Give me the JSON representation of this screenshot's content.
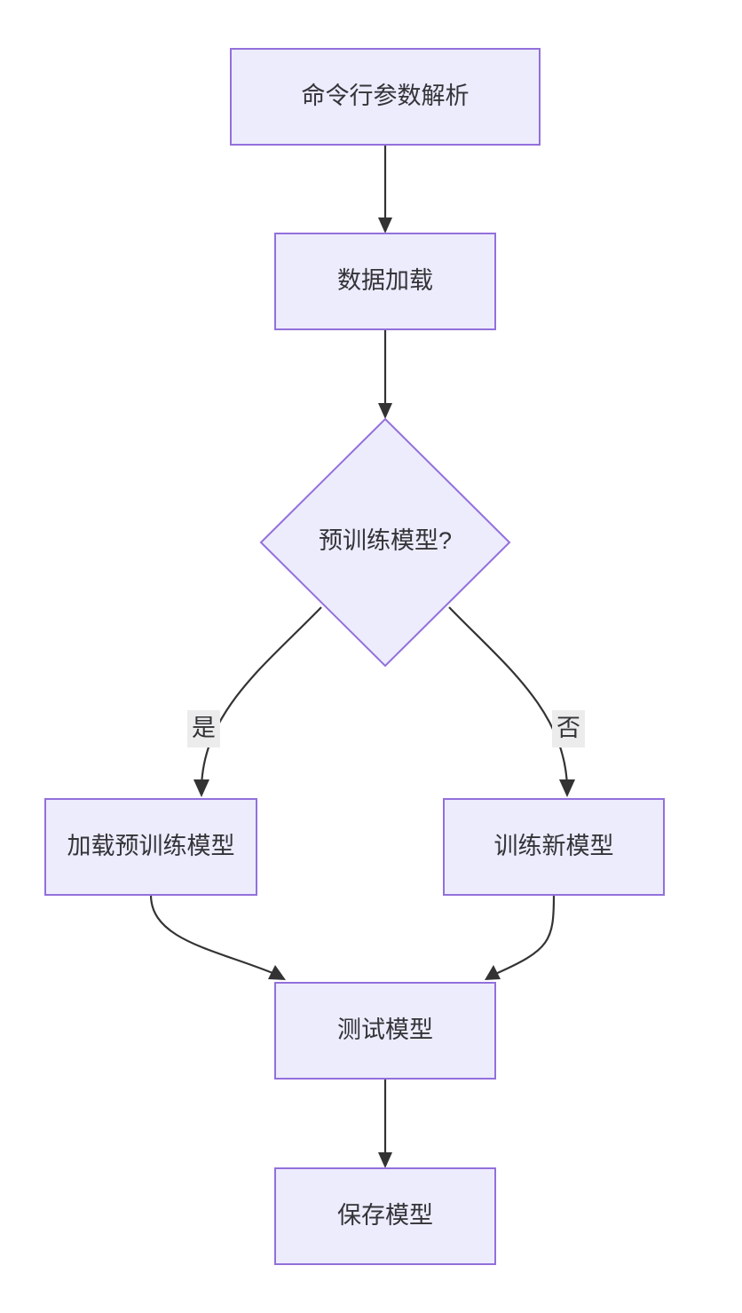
{
  "diagram": {
    "type": "flowchart",
    "direction": "top-down",
    "background": "#ffffff",
    "node_fill": "#ececfd",
    "node_stroke": "#9370db",
    "text_color": "#333338",
    "edge_color": "#333333",
    "edge_label_bg": "#ececec",
    "nodes": [
      {
        "id": "n1",
        "shape": "rectangle",
        "label": "命令行参数解析"
      },
      {
        "id": "n2",
        "shape": "rectangle",
        "label": "数据加载"
      },
      {
        "id": "n3",
        "shape": "diamond",
        "label": "预训练模型?"
      },
      {
        "id": "n4",
        "shape": "rectangle",
        "label": "加载预训练模型"
      },
      {
        "id": "n5",
        "shape": "rectangle",
        "label": "训练新模型"
      },
      {
        "id": "n6",
        "shape": "rectangle",
        "label": "测试模型"
      },
      {
        "id": "n7",
        "shape": "rectangle",
        "label": "保存模型"
      }
    ],
    "edges": [
      {
        "from": "n1",
        "to": "n2",
        "label": ""
      },
      {
        "from": "n2",
        "to": "n3",
        "label": ""
      },
      {
        "from": "n3",
        "to": "n4",
        "label": "是"
      },
      {
        "from": "n3",
        "to": "n5",
        "label": "否"
      },
      {
        "from": "n4",
        "to": "n6",
        "label": ""
      },
      {
        "from": "n5",
        "to": "n6",
        "label": ""
      },
      {
        "from": "n6",
        "to": "n7",
        "label": ""
      }
    ]
  }
}
